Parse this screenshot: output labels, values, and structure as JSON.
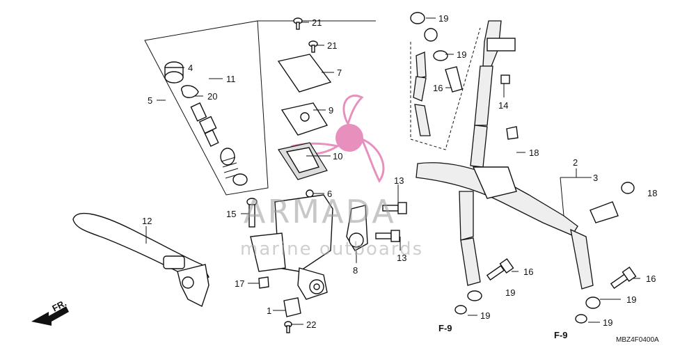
{
  "watermark": {
    "brand": "ARMADA",
    "tagline": "marine outboards",
    "logo_color": "#e06aa8"
  },
  "callouts": {
    "c2": "2",
    "c3": "3",
    "c4": "4",
    "c5": "5",
    "c6": "6",
    "c7": "7",
    "c8": "8",
    "c9": "9",
    "c10": "10",
    "c11": "11",
    "c12": "12",
    "c13a": "13",
    "c13b": "13",
    "c14": "14",
    "c15": "15",
    "c16a": "16",
    "c16b": "16",
    "c16c": "16",
    "c17": "17",
    "c18a": "18",
    "c18b": "18",
    "c19a": "19",
    "c19b": "19",
    "c19c": "19",
    "c19d": "19",
    "c19e": "19",
    "c19f": "19",
    "c20": "20",
    "c21a": "21",
    "c21b": "21",
    "c22": "22",
    "c1": "1"
  },
  "references": {
    "f9_left": "F-9",
    "f9_right": "F-9"
  },
  "front_arrow": "FR.",
  "diagram_code": "MBZ4F0400A"
}
